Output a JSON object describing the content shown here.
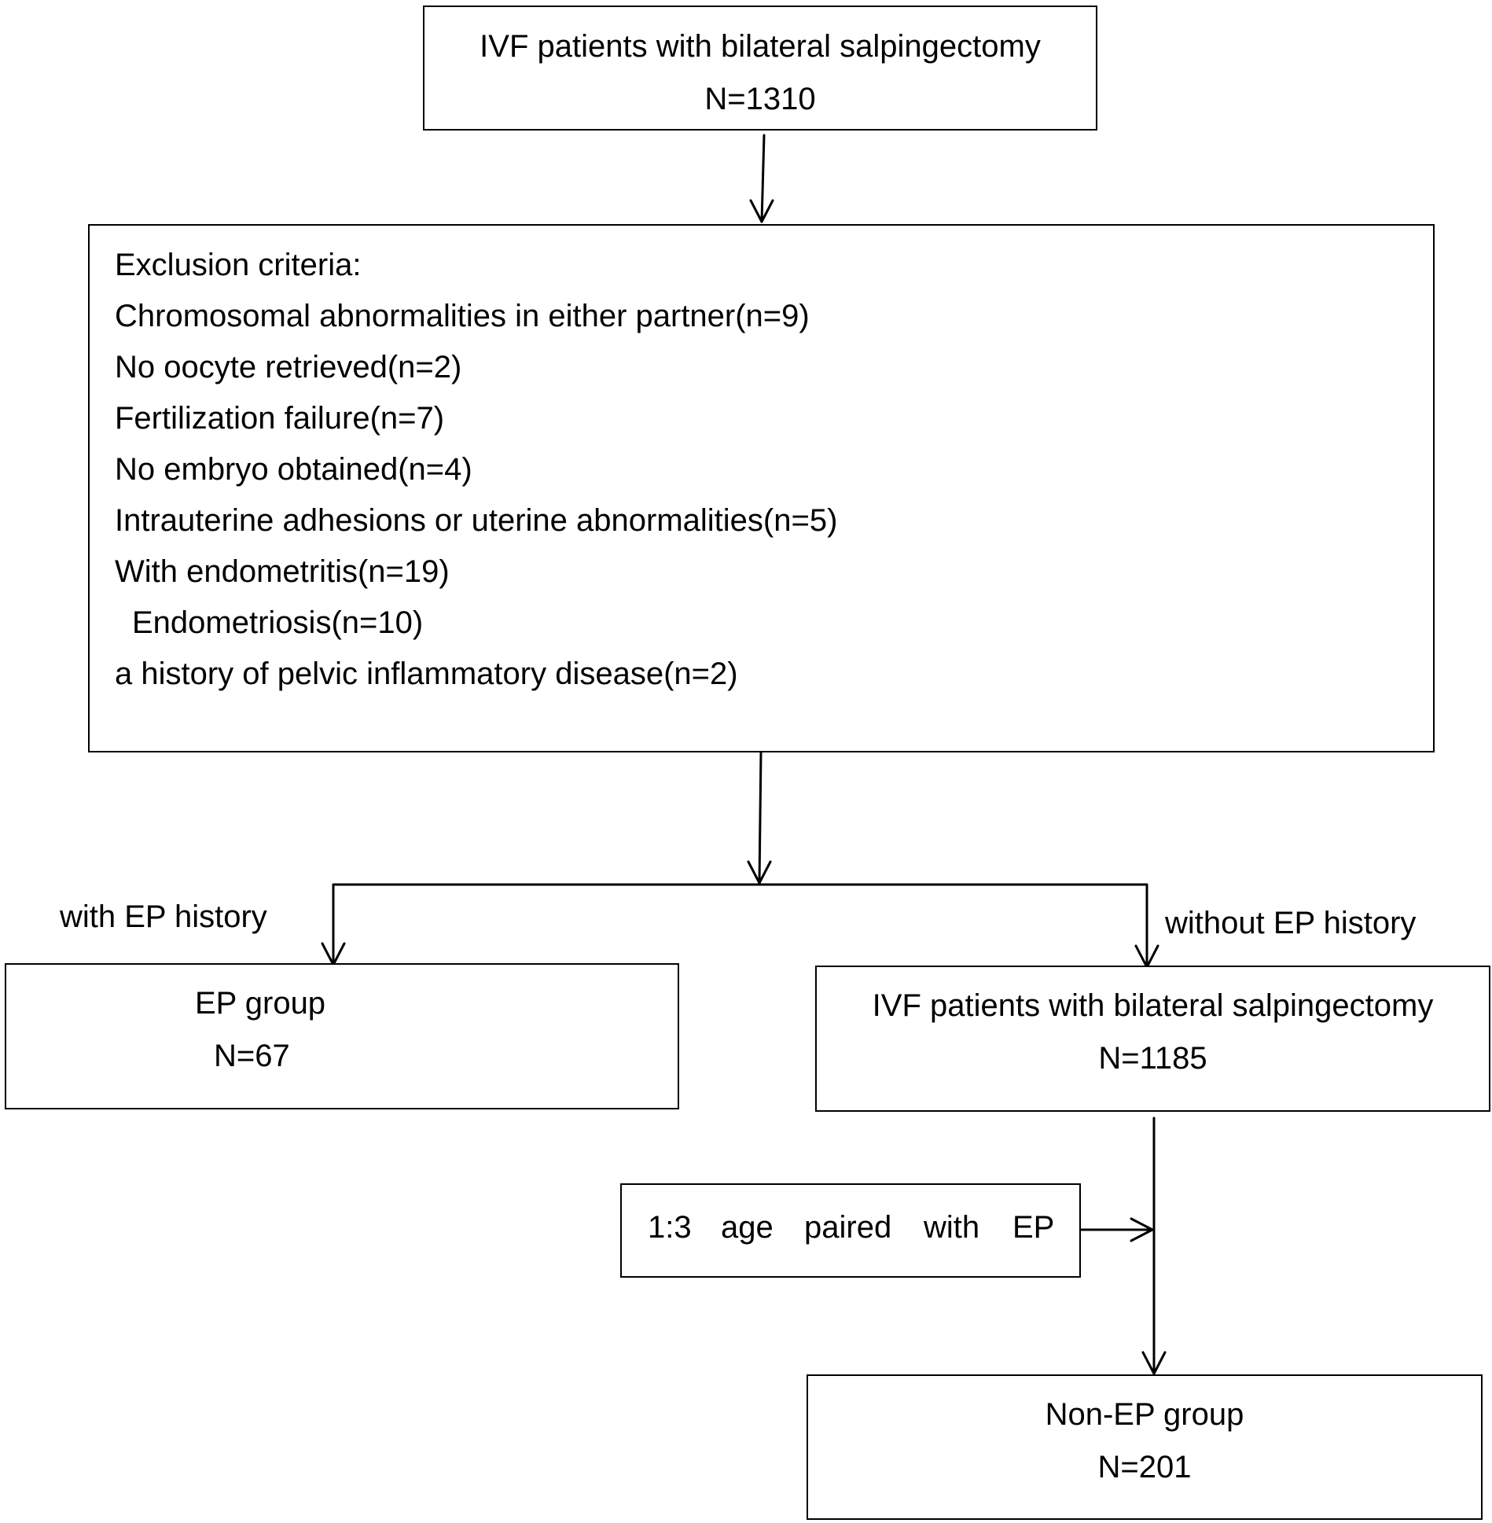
{
  "start": {
    "line1": "IVF patients with bilateral salpingectomy",
    "line2": "N=1310"
  },
  "exclusion": {
    "heading": "Exclusion criteria:",
    "items": [
      "Chromosomal abnormalities in either partner(n=9)",
      "No oocyte retrieved(n=2)",
      "Fertilization failure(n=7)",
      "No embryo obtained(n=4)",
      "Intrauterine adhesions or uterine abnormalities(n=5)",
      "With endometritis(n=19)",
      "Endometriosis(n=10)",
      "a history of pelvic inflammatory disease(n=2)"
    ]
  },
  "branch_labels": {
    "left": "with EP history",
    "right": "without EP history"
  },
  "ep_group": {
    "line1": "EP group",
    "line2": "N=67"
  },
  "no_ep_pool": {
    "line1": "IVF patients with bilateral salpingectomy",
    "line2": "N=1185"
  },
  "pairing": {
    "words": [
      "1:3",
      "age",
      "paired",
      "with",
      "EP"
    ]
  },
  "non_ep_group": {
    "line1": "Non-EP group",
    "line2": "N=201"
  },
  "colors": {
    "stroke": "#000000",
    "background": "#ffffff"
  }
}
